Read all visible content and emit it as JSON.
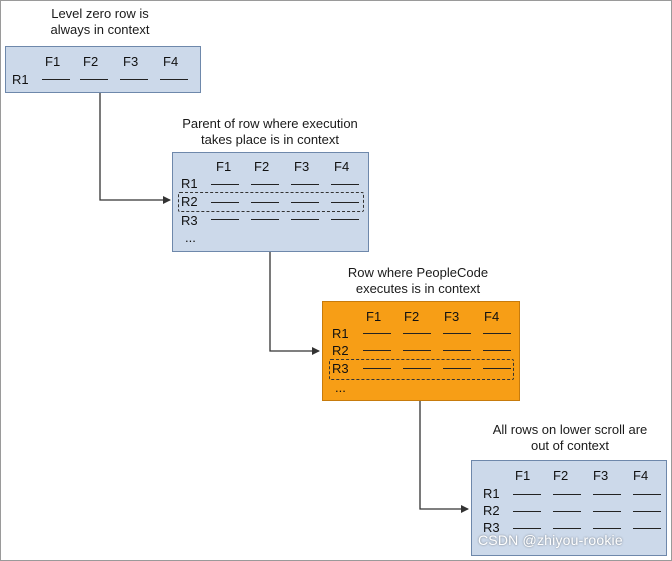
{
  "captions": {
    "level_zero": [
      "Level zero row is",
      "always in context"
    ],
    "parent": [
      "Parent of row where execution",
      "takes place is in context"
    ],
    "executing": [
      "Row where PeopleCode",
      "executes is in context"
    ],
    "lower": [
      "All rows on lower scroll are",
      "out of context"
    ]
  },
  "boxes": {
    "level_zero": {
      "fields": [
        "F1",
        "F2",
        "F3",
        "F4"
      ],
      "rows": [
        "R1"
      ],
      "ellipsis": ""
    },
    "parent": {
      "fields": [
        "F1",
        "F2",
        "F3",
        "F4"
      ],
      "rows": [
        "R1",
        "R2",
        "R3"
      ],
      "ellipsis": "...",
      "selected_row": "R2"
    },
    "executing": {
      "fields": [
        "F1",
        "F2",
        "F3",
        "F4"
      ],
      "rows": [
        "R1",
        "R2",
        "R3"
      ],
      "ellipsis": "...",
      "selected_row": "R3"
    },
    "lower": {
      "fields": [
        "F1",
        "F2",
        "F3",
        "F4"
      ],
      "rows": [
        "R1",
        "R2",
        "R3"
      ],
      "ellipsis": ""
    }
  },
  "colors": {
    "blue_box": "#ccd9ea",
    "orange_box": "#f79e16",
    "connector": "#333333"
  },
  "watermark": "CSDN @zhiyou-rookie"
}
